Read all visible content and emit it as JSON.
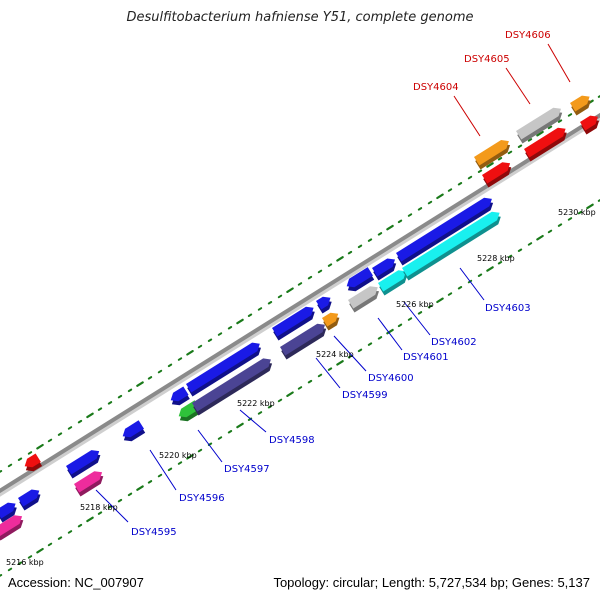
{
  "title": "Desulfitobacterium hafniense Y51, complete genome",
  "footer": {
    "accession": "Accession: NC_007907",
    "summary": "Topology: circular; Length: 5,727,534 bp; Genes: 5,137"
  },
  "colors": {
    "backbone": "#8a8a8a",
    "tick_dots": "#1a7a1a",
    "label_blue": "#0000cc",
    "label_red": "#cc0000",
    "blue": "#1a1ae6",
    "cyan": "#19f0ef",
    "slate": "#4b4494",
    "gray": "#c6c6c6",
    "orange": "#f39a1b",
    "green": "#2fc23a",
    "red": "#ef0f10",
    "magenta": "#ee2c9c"
  },
  "scale_ticks": [
    "5216 kbp",
    "5218 kbp",
    "5220 kbp",
    "5222 kbp",
    "5224 kbp",
    "5226 kbp",
    "5228 kbp",
    "5230 kbp"
  ],
  "gene_labels_lower": [
    "DSY4595",
    "DSY4596",
    "DSY4597",
    "DSY4598",
    "DSY4599",
    "DSY4600",
    "DSY4601",
    "DSY4602",
    "DSY4603"
  ],
  "gene_labels_upper": [
    "DSY4604",
    "DSY4605",
    "DSY4606"
  ]
}
